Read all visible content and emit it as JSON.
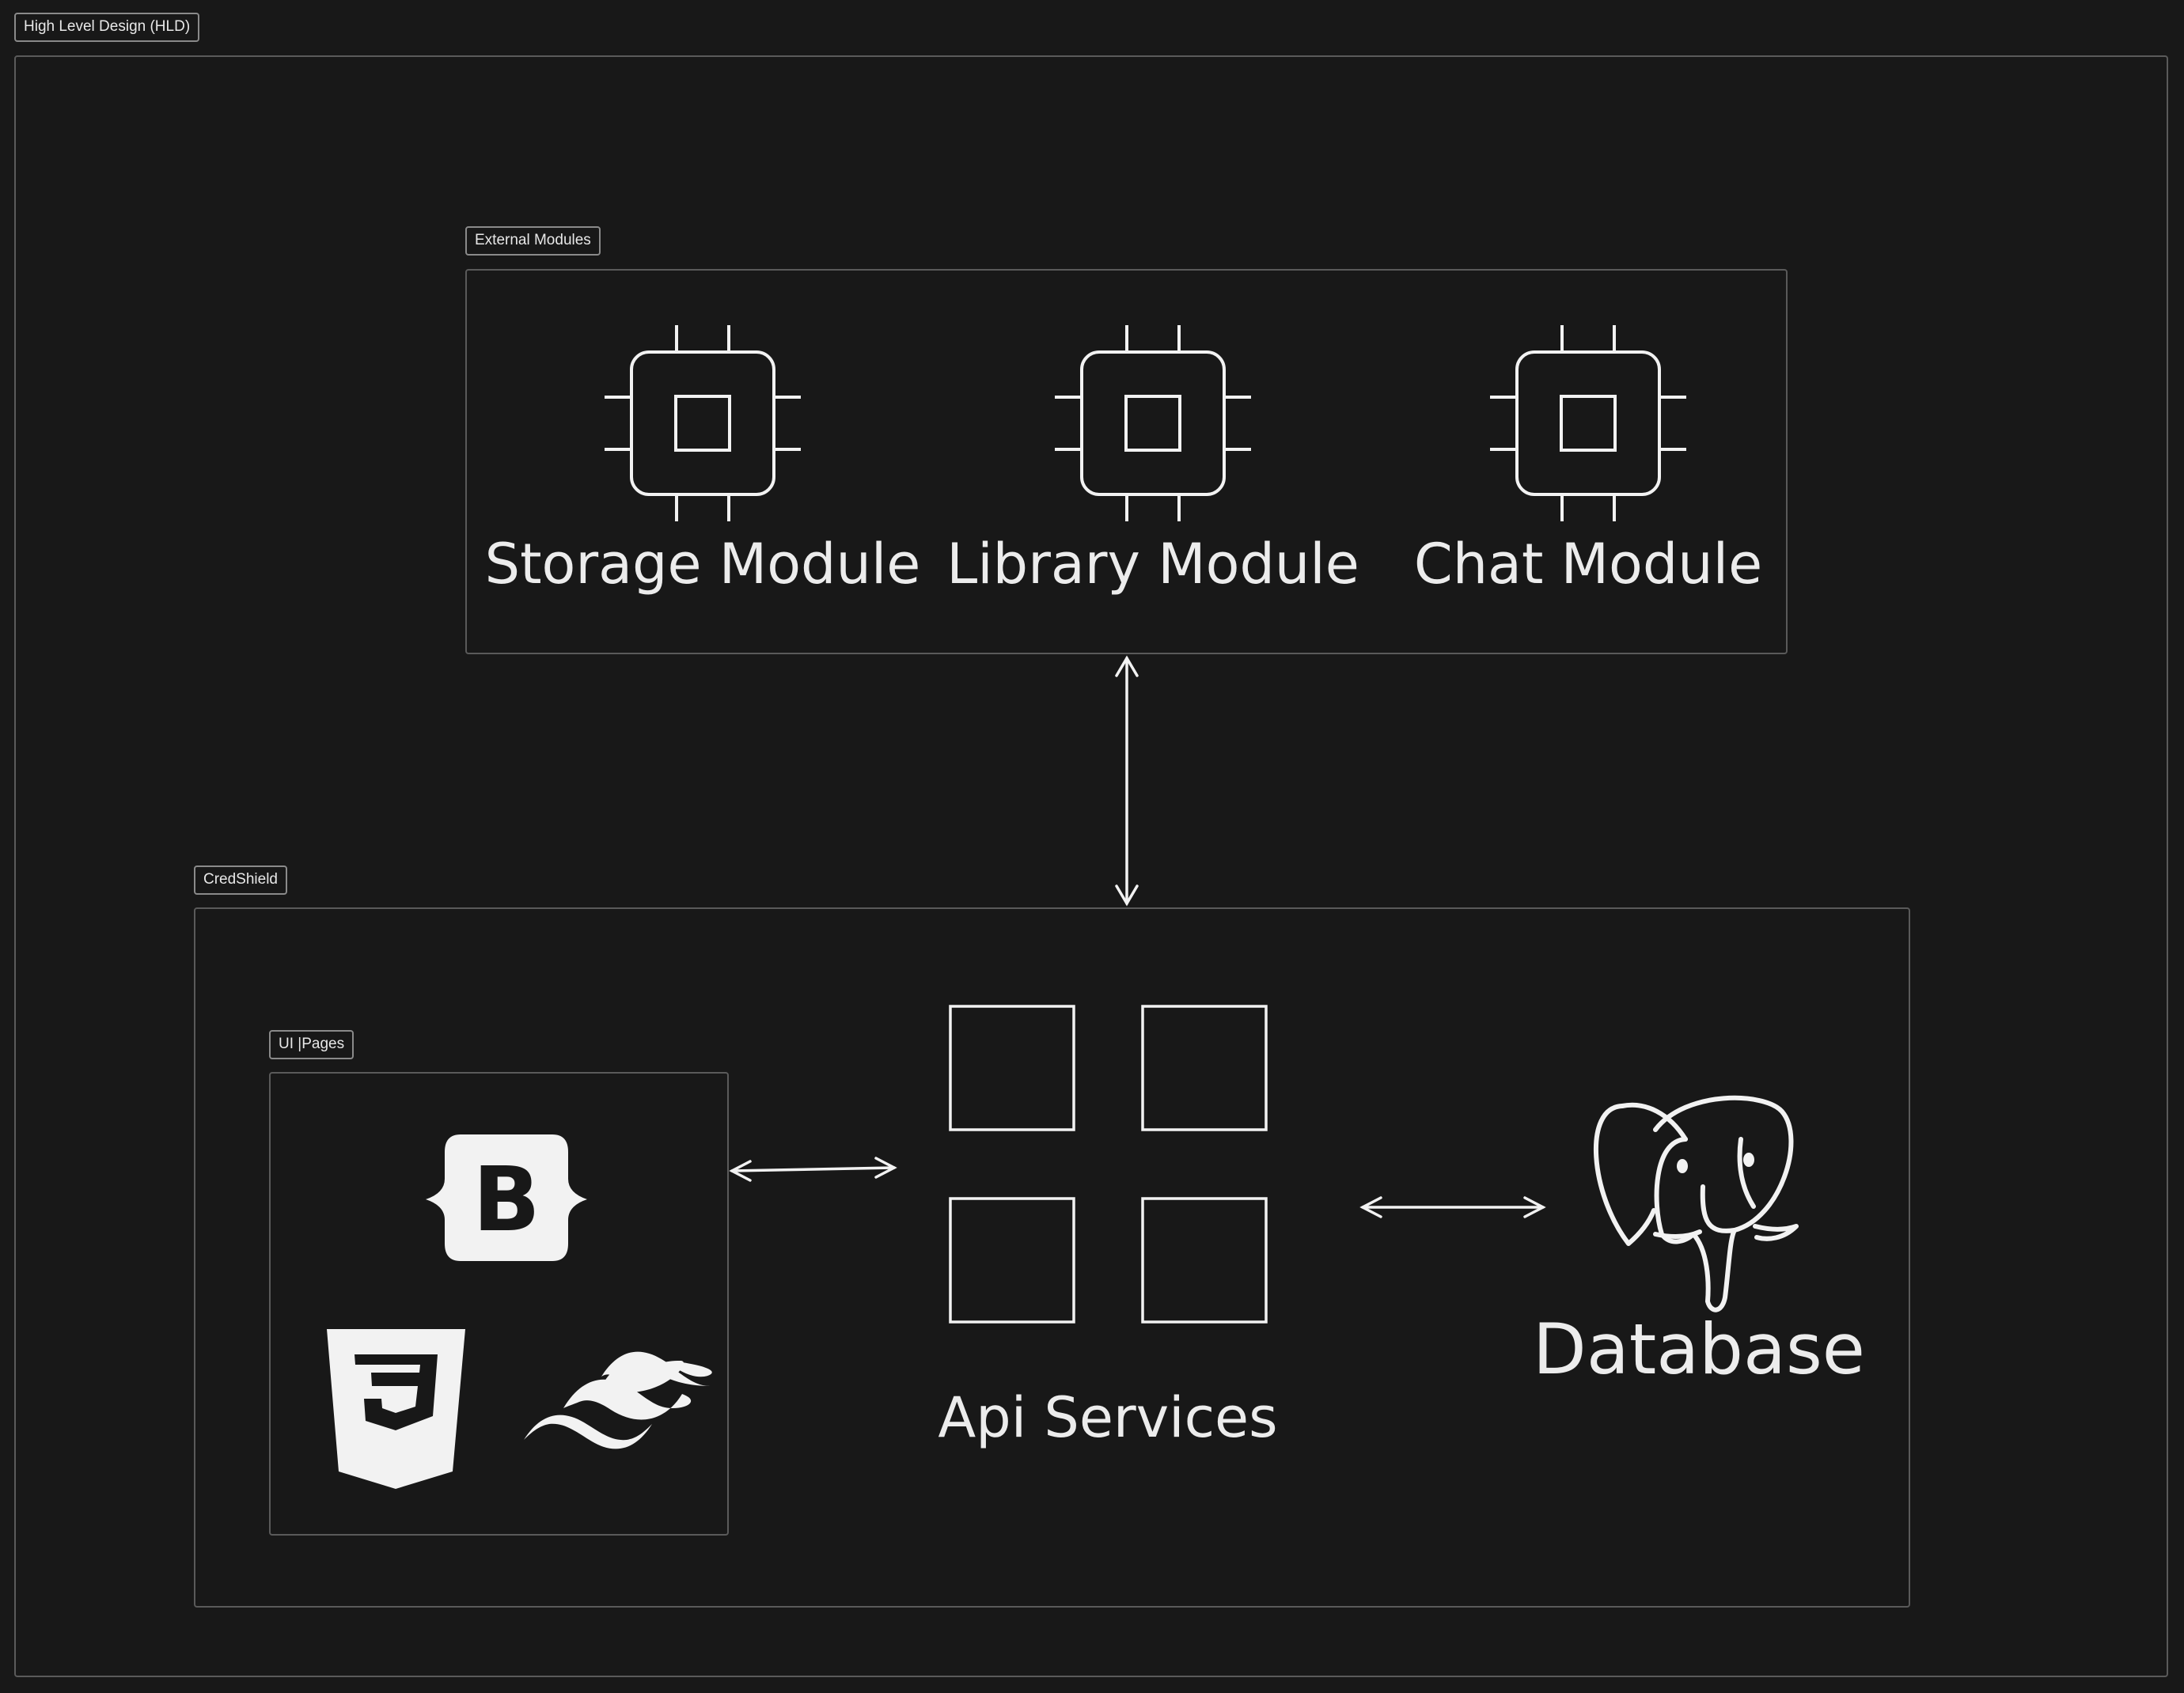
{
  "frames": {
    "hld": "High Level Design (HLD)",
    "external": "External Modules",
    "credshield": "CredShield",
    "ui_pages": "UI |Pages"
  },
  "modules": [
    {
      "label": "Storage Module",
      "icon": "chip-icon"
    },
    {
      "label": "Library Module",
      "icon": "chip-icon"
    },
    {
      "label": "Chat Module",
      "icon": "chip-icon"
    }
  ],
  "ui_icons": [
    "bootstrap-icon",
    "css3-icon",
    "tailwind-icon"
  ],
  "api": {
    "label": "Api Services",
    "icon": "grid-icon"
  },
  "database": {
    "label": "Database",
    "icon": "postgresql-icon"
  },
  "colors": {
    "background": "#181818",
    "stroke": "#f2f2f2",
    "frame_border": "#5a5a5a",
    "text": "#ececec"
  }
}
